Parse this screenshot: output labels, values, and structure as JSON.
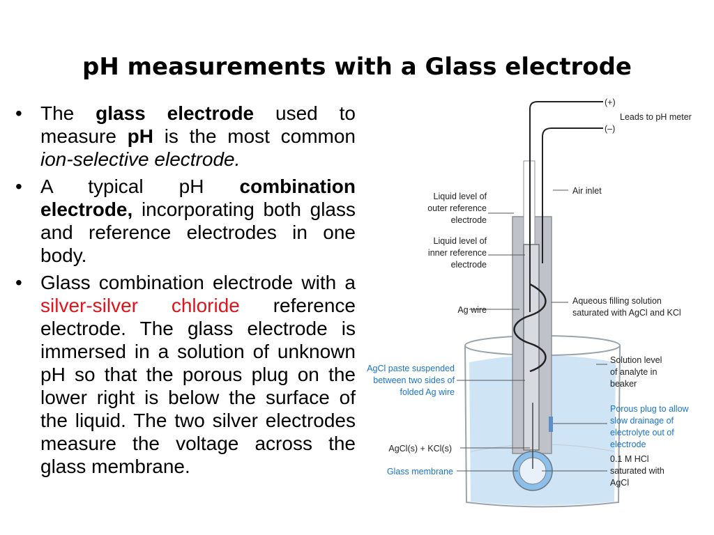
{
  "slide": {
    "title": "pH measurements with a Glass electrode",
    "bullets": [
      {
        "parts": [
          {
            "text": "The ",
            "style": "normal"
          },
          {
            "text": "glass electrode",
            "style": "bold"
          },
          {
            "text": " used to measure ",
            "style": "normal"
          },
          {
            "text": "pH",
            "style": "bold"
          },
          {
            "text": " is the most common ",
            "style": "normal"
          },
          {
            "text": "ion-selective electrode.",
            "style": "italic"
          }
        ]
      },
      {
        "parts": [
          {
            "text": "A typical pH ",
            "style": "normal"
          },
          {
            "text": "combination electrode,",
            "style": "bold"
          },
          {
            "text": " incorporating both glass and reference electrodes in one body.",
            "style": "normal"
          }
        ]
      },
      {
        "parts": [
          {
            "text": "Glass combination electrode with a ",
            "style": "normal"
          },
          {
            "text": "silver-silver chloride",
            "style": "red"
          },
          {
            "text": " reference electrode. The glass electrode is immersed in a solution of unknown pH so that the porous plug on the lower right is below the surface of the liquid. The two silver electrodes measure the voltage across the glass membrane.",
            "style": "normal"
          }
        ]
      }
    ]
  },
  "diagram": {
    "labels": {
      "plus": "(+)",
      "minus": "(–)",
      "leads": "Leads to pH meter",
      "air_inlet": "Air inlet",
      "outer_ref_1": "Liquid level of",
      "outer_ref_2": "outer reference",
      "outer_ref_3": "electrode",
      "inner_ref_1": "Liquid level of",
      "inner_ref_2": "inner reference",
      "inner_ref_3": "electrode",
      "ag_wire": "Ag wire",
      "aqueous_1": "Aqueous filling solution",
      "aqueous_2": "saturated with AgCl and KCl",
      "agcl_paste_1": "AgCl paste suspended",
      "agcl_paste_2": "between two sides of",
      "agcl_paste_3": "folded Ag wire",
      "solution_1": "Solution level",
      "solution_2": "of analyte in",
      "solution_3": "beaker",
      "porous_1": "Porous plug to allow",
      "porous_2": "slow drainage of",
      "porous_3": "electrolyte out of",
      "porous_4": "electrode",
      "agcl_kcl": "AgCl(s) + KCl(s)",
      "hcl_1": "0.1 M HCl",
      "hcl_2": "saturated with",
      "hcl_3": "AgCl",
      "glass_membrane": "Glass membrane"
    },
    "colors": {
      "blue_label": "#1a74c9",
      "electrode_gray": "#bfc3c9",
      "solution_blue": "#cfe4f5",
      "glass_blue": "#8cc0ea"
    }
  }
}
